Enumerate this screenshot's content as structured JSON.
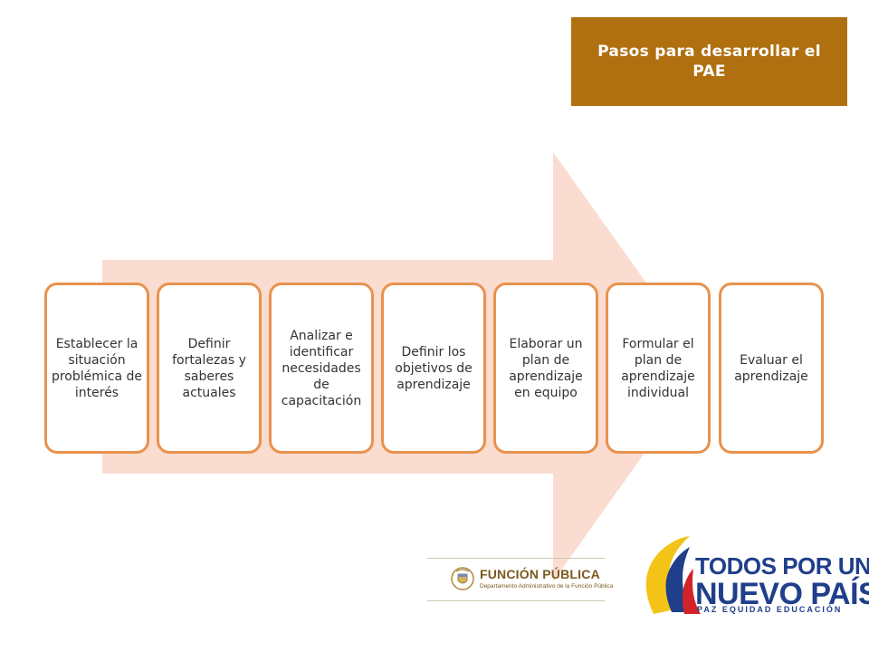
{
  "title": "Pasos para desarrollar el PAE",
  "steps": [
    "Establecer la situación problémica de interés",
    "Definir fortalezas y saberes actuales",
    "Analizar e identificar necesidades de capacitación",
    "Definir los objetivos de aprendizaje",
    "Elaborar un plan de aprendizaje en equipo",
    "Formular el plan de aprendizaje individual",
    "Evaluar el aprendizaje"
  ],
  "logos": {
    "funcion_publica": {
      "name": "FUNCIÓN PÚBLICA",
      "subtitle": "Departamento Administrativo de la Función Pública"
    },
    "todos_por_un_nuevo_pais": {
      "line1": "TODOS POR UN",
      "line2": "NUEVO PAÍS",
      "line3": "PAZ  EQUIDAD  EDUCACIÓN"
    }
  },
  "colors": {
    "title_background": "#b0700f",
    "title_text": "#ffffff",
    "arrow_fill": "#fbdcd0",
    "step_border": "#e8924e",
    "step_text": "#333333",
    "logo_blue": "#1f3f8a"
  }
}
